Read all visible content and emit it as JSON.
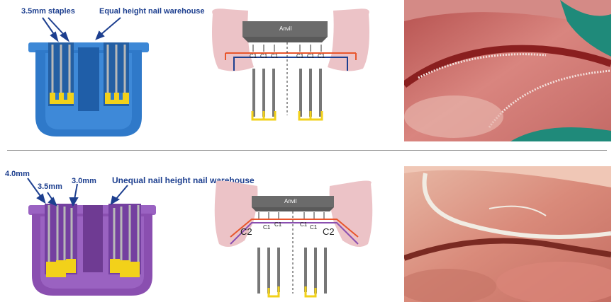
{
  "top": {
    "cartridge_labels": {
      "staples": "3.5mm staples",
      "warehouse": "Equal height nail warehouse"
    },
    "cross_section": {
      "anvil_label": "Anvil",
      "gap_labels": [
        "C1",
        "C1",
        "C1",
        "C1",
        "C1",
        "C1"
      ]
    }
  },
  "bottom": {
    "cartridge_labels": {
      "h1": "4.0mm",
      "h2": "3.5mm",
      "h3": "3.0mm",
      "warehouse": "Unequal nail height nail warehouse"
    },
    "cross_section": {
      "anvil_label": "Anvil",
      "gap_labels": [
        "C2",
        "C1",
        "C1",
        "C1",
        "C1",
        "C2"
      ]
    }
  },
  "colors": {
    "blue_cartridge": "#2f79c9",
    "purple_cartridge": "#8a4fb0",
    "staple_yellow": "#f2d11a",
    "tissue_pink": "#ecc3c7",
    "anvil_gray": "#6b6b6b",
    "label_blue": "#1d3f8f"
  }
}
